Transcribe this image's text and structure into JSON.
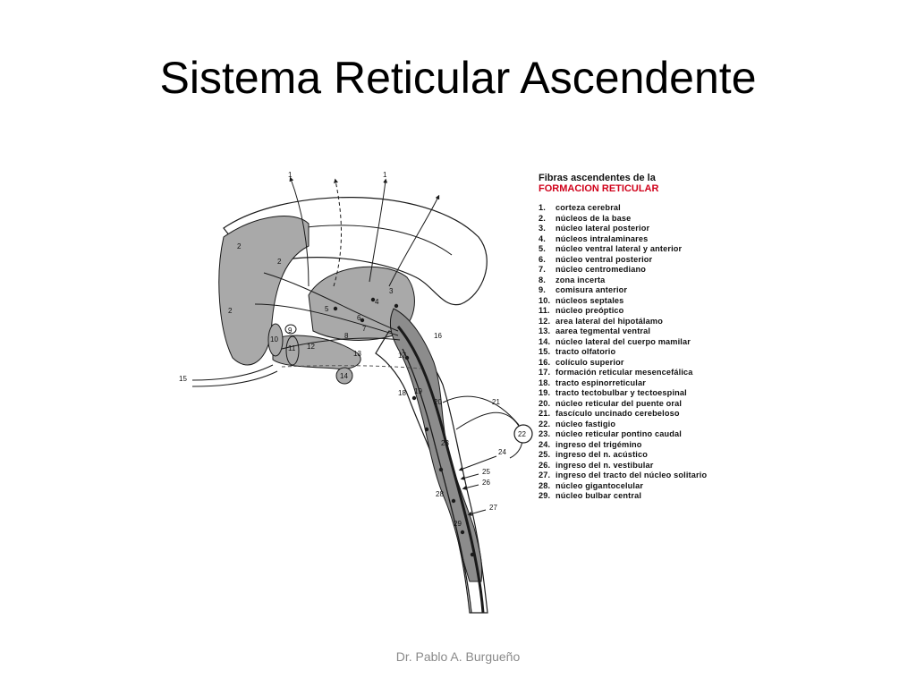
{
  "slide": {
    "title": "Sistema Reticular Ascendente",
    "footer": "Dr. Pablo A. Burgueño"
  },
  "legend": {
    "title_line1": "Fibras ascendentes de la",
    "title_line2": "FORMACION RETICULAR",
    "title_line2_color": "#d0021b",
    "items": [
      {
        "num": "1.",
        "text": "corteza cerebral"
      },
      {
        "num": "2.",
        "text": "núcleos de la base"
      },
      {
        "num": "3.",
        "text": "núcleo lateral posterior"
      },
      {
        "num": "4.",
        "text": "núcleos intralaminares"
      },
      {
        "num": "5.",
        "text": "núcleo ventral lateral y anterior"
      },
      {
        "num": "6.",
        "text": "núcleo ventral posterior"
      },
      {
        "num": "7.",
        "text": "núcleo centromediano"
      },
      {
        "num": "8.",
        "text": "zona incerta"
      },
      {
        "num": "9.",
        "text": "comisura anterior"
      },
      {
        "num": "10.",
        "text": "núcleos septales"
      },
      {
        "num": "11.",
        "text": "núcleo preóptico"
      },
      {
        "num": "12.",
        "text": "area lateral del hipotálamo"
      },
      {
        "num": "13.",
        "text": "aarea tegmental ventral"
      },
      {
        "num": "14.",
        "text": "núcleo lateral del cuerpo mamilar"
      },
      {
        "num": "15.",
        "text": "tracto olfatorio"
      },
      {
        "num": "16.",
        "text": "colículo superior"
      },
      {
        "num": "17.",
        "text": "formación reticular mesencefálica"
      },
      {
        "num": "18.",
        "text": "tracto espinorreticular"
      },
      {
        "num": "19.",
        "text": "tracto tectobulbar y tectoespinal"
      },
      {
        "num": "20.",
        "text": "núcleo reticular del puente oral"
      },
      {
        "num": "21.",
        "text": "fascículo uncinado cerebeloso"
      },
      {
        "num": "22.",
        "text": "núcleo fastigio"
      },
      {
        "num": "23.",
        "text": "núcleo reticular pontino caudal"
      },
      {
        "num": "24.",
        "text": "ingreso del trigémino"
      },
      {
        "num": "25.",
        "text": "ingreso del n. acústico"
      },
      {
        "num": "26.",
        "text": "ingreso del n. vestibular"
      },
      {
        "num": "27.",
        "text": "ingreso del tracto del núcleo solitario"
      },
      {
        "num": "28.",
        "text": "núcleo gigantocelular"
      },
      {
        "num": "29.",
        "text": "núcleo bulbar central"
      }
    ]
  },
  "diagram": {
    "labels": {
      "l1a": "1",
      "l1b": "1",
      "l2a": "2",
      "l2b": "2",
      "l2c": "2",
      "l3": "3",
      "l4": "4",
      "l5": "5",
      "l6": "6",
      "l7": "7",
      "l8": "8",
      "l9": "9",
      "l10": "10",
      "l11": "11",
      "l12": "12",
      "l13": "13",
      "l14": "14",
      "l15": "15",
      "l16": "16",
      "l17": "17",
      "l18": "18",
      "l19": "19",
      "l20": "20",
      "l21": "21",
      "l22": "22",
      "l23": "23",
      "l24": "24",
      "l25": "25",
      "l26": "26",
      "l27": "27",
      "l28": "28",
      "l29": "29"
    },
    "colors": {
      "shade": "#a9a9a9",
      "shade_dark": "#8c8c8c",
      "line": "#1a1a1a"
    }
  }
}
